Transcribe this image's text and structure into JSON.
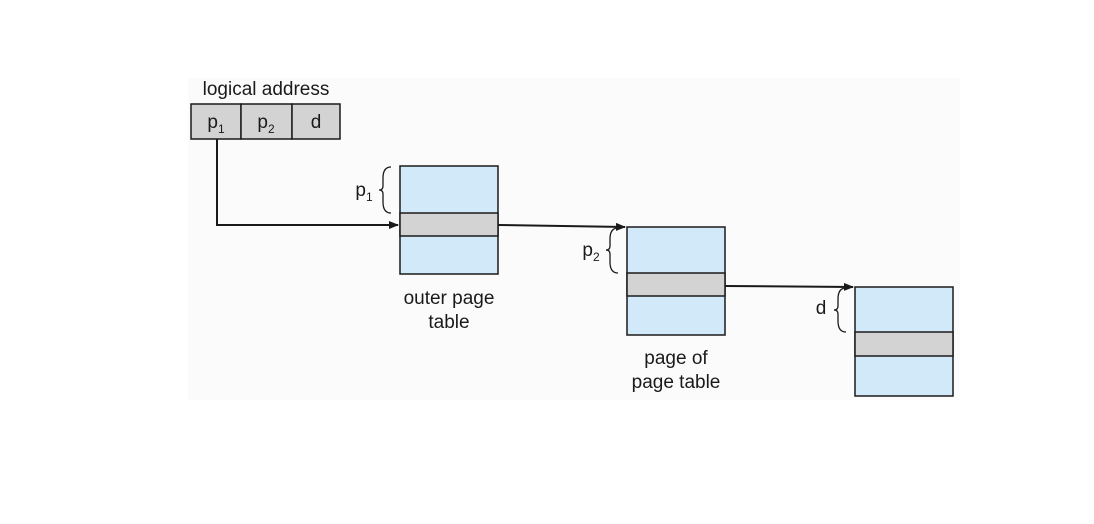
{
  "logical_address": {
    "title": "logical address",
    "fields": [
      {
        "base": "p",
        "sub": "1"
      },
      {
        "base": "p",
        "sub": "2"
      },
      {
        "base": "d",
        "sub": ""
      }
    ]
  },
  "outer_table": {
    "label_line1": "outer page",
    "label_line2": "table",
    "offset_base": "p",
    "offset_sub": "1"
  },
  "inner_table": {
    "label_line1": "page of",
    "label_line2": "page table",
    "offset_base": "p",
    "offset_sub": "2"
  },
  "memory_page": {
    "offset_base": "d",
    "offset_sub": ""
  },
  "colors": {
    "table_fill": "#d2e9fa",
    "selected_row": "#d3d3d3",
    "address_fill": "#d3d3d3",
    "stroke": "#1a1a1a"
  }
}
